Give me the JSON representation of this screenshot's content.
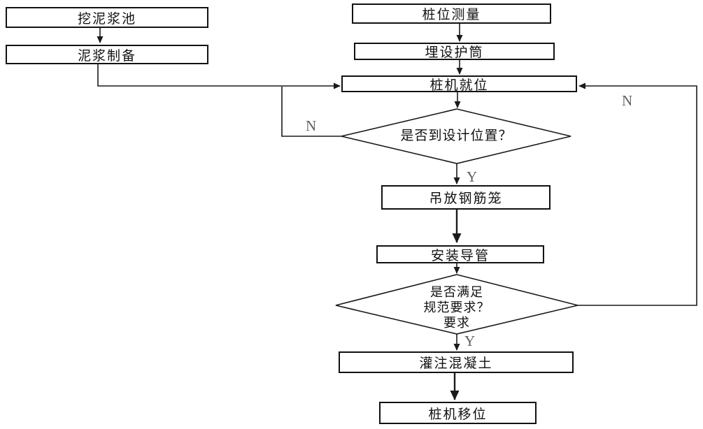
{
  "nodes": {
    "dig_mud_pool": "挖泥浆池",
    "mud_preparation": "泥浆制备",
    "pile_position_survey": "桩位测量",
    "bury_casing": "埋设护筒",
    "pile_rig_in_place": "桩机就位",
    "hoist_rebar_cage": "吊放钢筋笼",
    "install_tremie_pipe": "安装导管",
    "pour_concrete": "灌注混凝土",
    "pile_rig_relocate": "桩机移位"
  },
  "decisions": {
    "at_design_position": "是否到设计位置？",
    "meets_spec_line1": "是否满足",
    "meets_spec_line2": "规范要求？",
    "meets_spec_line3": "要求"
  },
  "branch_labels": {
    "decision1_no": "N",
    "decision1_yes": "Y",
    "decision2_no": "N",
    "decision2_yes": "Y"
  },
  "colors": {
    "line": "#1a1a1a",
    "box_border": "#111111",
    "branch_label": "#5f5f5f",
    "background": "#ffffff"
  }
}
